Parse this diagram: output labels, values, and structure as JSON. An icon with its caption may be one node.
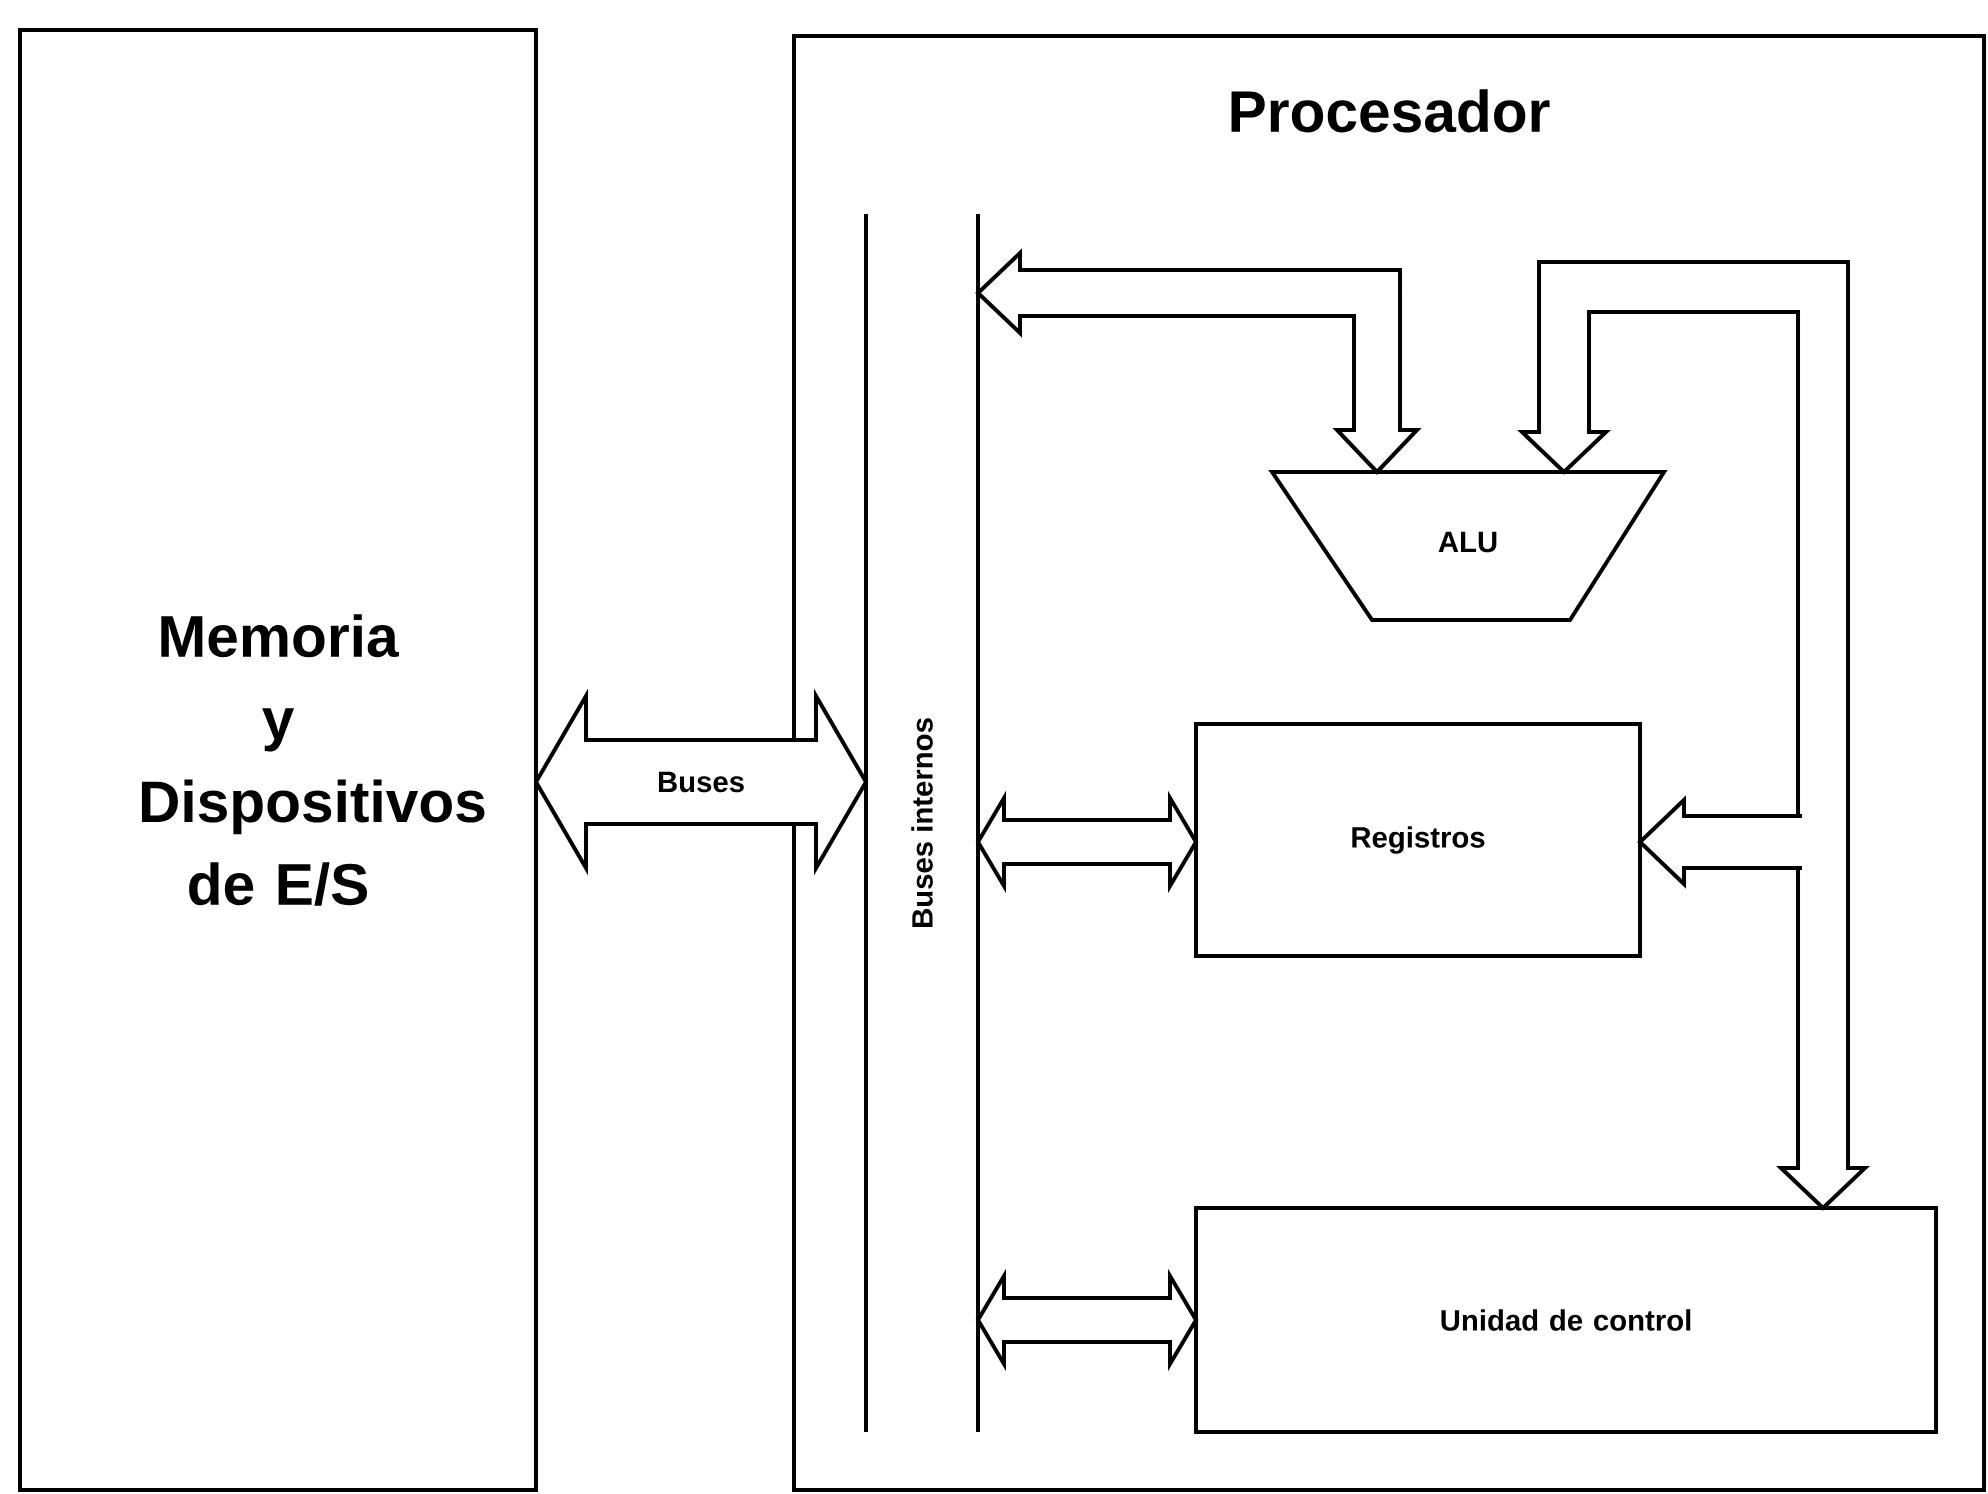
{
  "diagram": {
    "nodes": [
      {
        "text": [
          "Memoria y Dispositivos de E/S"
        ]
      },
      {
        "text": [
          "Procesador"
        ]
      },
      {
        "text": [
          "Buses internos"
        ],
        "in": 1
      },
      {
        "text": [
          "ALU"
        ],
        "in": 1
      },
      {
        "text": [
          "Registros"
        ],
        "in": 1
      },
      {
        "text": [
          "Unidad de control"
        ],
        "in": 1
      }
    ],
    "edges": [
      {
        "from": 0,
        "to": 2,
        "arrow": "both",
        "label": "Buses"
      },
      {
        "from": 2,
        "to": 3,
        "arrow": "both"
      },
      {
        "from": 5,
        "to": 3,
        "arrow": "both"
      },
      {
        "from": 5,
        "to": 4,
        "arrow": "both"
      },
      {
        "from": 4,
        "to": 2,
        "arrow": "both"
      },
      {
        "from": 5,
        "to": 2,
        "arrow": "both"
      }
    ]
  }
}
